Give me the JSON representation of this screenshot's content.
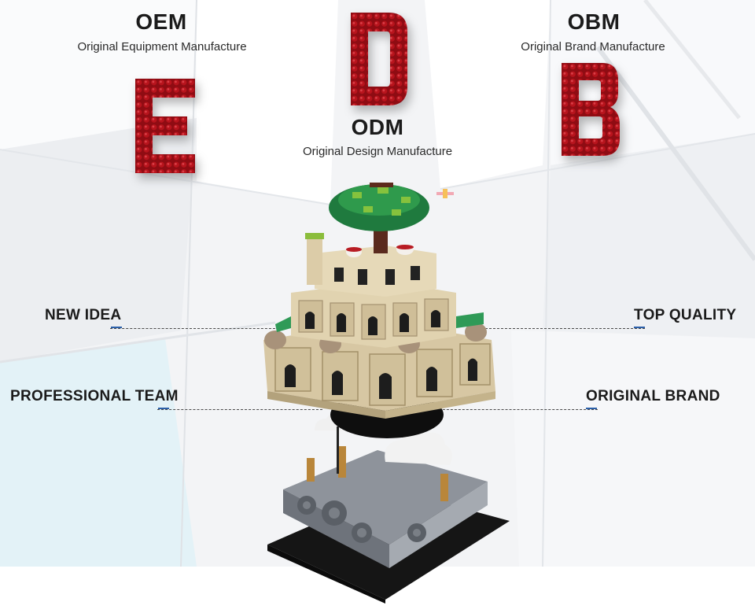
{
  "left_block": {
    "title": "OEM",
    "subtitle": "Original Equipment Manufacture",
    "letter": "E"
  },
  "center_block": {
    "title": "ODM",
    "subtitle": "Original Design Manufacture",
    "letter": "D"
  },
  "right_block": {
    "title": "OBM",
    "subtitle": "Original Brand Manufacture",
    "letter": "B"
  },
  "features": {
    "new_idea": "NEW IDEA",
    "top_quality": "TOP QUALITY",
    "professional_team": "PROFESSIONAL TEAM",
    "original_brand": "ORIGINAL BRAND"
  },
  "colors": {
    "brick_red": "#9c0f16",
    "accent_blue": "#2b5fa8"
  },
  "images": {
    "model": "castle-in-the-sky-brick-model"
  }
}
